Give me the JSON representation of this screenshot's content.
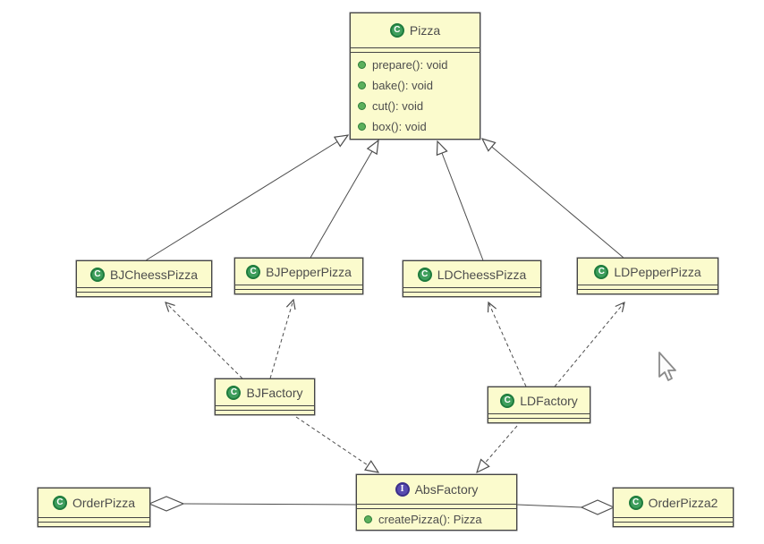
{
  "diagram": {
    "icons": {
      "class_letter": "C",
      "interface_letter": "I"
    },
    "colors": {
      "box_fill": "#fbfbcd",
      "box_border": "#454545",
      "connector": "#4d4d4d",
      "class_icon_green": "#3e9e5c",
      "interface_icon_purple": "#584bb0",
      "method_bullet_green": "#5cb05c",
      "text": "#4d4d4d"
    },
    "classes": {
      "pizza": {
        "name": "Pizza",
        "kind": "class",
        "methods": [
          "prepare(): void",
          "bake(): void",
          "cut(): void",
          "box(): void"
        ]
      },
      "bjCheessPizza": {
        "name": "BJCheessPizza",
        "kind": "class"
      },
      "bjPepperPizza": {
        "name": "BJPepperPizza",
        "kind": "class"
      },
      "ldCheessPizza": {
        "name": "LDCheessPizza",
        "kind": "class"
      },
      "ldPepperPizza": {
        "name": "LDPepperPizza",
        "kind": "class"
      },
      "bjFactory": {
        "name": "BJFactory",
        "kind": "class"
      },
      "ldFactory": {
        "name": "LDFactory",
        "kind": "class"
      },
      "orderPizza": {
        "name": "OrderPizza",
        "kind": "class"
      },
      "absFactory": {
        "name": "AbsFactory",
        "kind": "interface",
        "methods": [
          "createPizza(): Pizza"
        ]
      },
      "orderPizza2": {
        "name": "OrderPizza2",
        "kind": "class"
      }
    },
    "relationships": [
      {
        "type": "generalization",
        "from": "BJCheessPizza",
        "to": "Pizza"
      },
      {
        "type": "generalization",
        "from": "BJPepperPizza",
        "to": "Pizza"
      },
      {
        "type": "generalization",
        "from": "LDCheessPizza",
        "to": "Pizza"
      },
      {
        "type": "generalization",
        "from": "LDPepperPizza",
        "to": "Pizza"
      },
      {
        "type": "dependency",
        "from": "BJFactory",
        "to": "BJCheessPizza"
      },
      {
        "type": "dependency",
        "from": "BJFactory",
        "to": "BJPepperPizza"
      },
      {
        "type": "dependency",
        "from": "LDFactory",
        "to": "LDCheessPizza"
      },
      {
        "type": "dependency",
        "from": "LDFactory",
        "to": "LDPepperPizza"
      },
      {
        "type": "realization",
        "from": "BJFactory",
        "to": "AbsFactory"
      },
      {
        "type": "realization",
        "from": "LDFactory",
        "to": "AbsFactory"
      },
      {
        "type": "aggregation",
        "from": "OrderPizza",
        "to": "AbsFactory"
      },
      {
        "type": "aggregation",
        "from": "OrderPizza2",
        "to": "AbsFactory"
      }
    ]
  }
}
